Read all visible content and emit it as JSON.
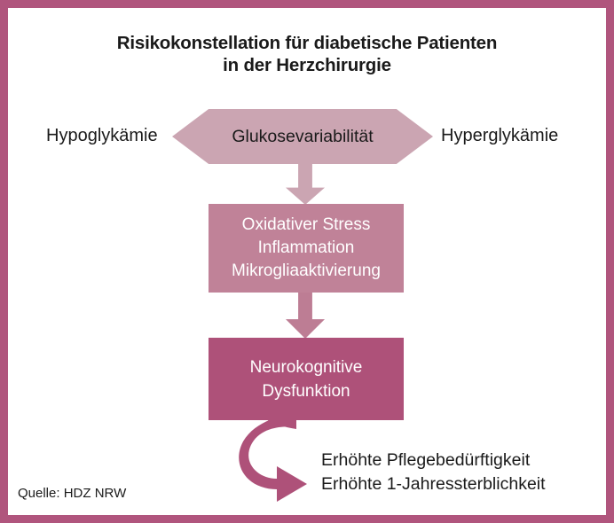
{
  "title": {
    "line1": "Risikokonstellation für diabetische Patienten",
    "line2": "in der Herzchirurgie"
  },
  "labels": {
    "left": "Hypoglykämie",
    "right": "Hyperglykämie"
  },
  "hexagon": {
    "text": "Glukosevariabilität"
  },
  "box1": {
    "line1": "Oxidativer Stress",
    "line2": "Inflammation",
    "line3": "Mikrogliaaktivierung"
  },
  "box2": {
    "line1": "Neurokognitive",
    "line2": "Dysfunktion"
  },
  "outcomes": {
    "line1": "Erhöhte Pflegebedürftigkeit",
    "line2": "Erhöhte 1-Jahressterblichkeit"
  },
  "source": {
    "text": "Quelle: HDZ NRW"
  },
  "colors": {
    "frame": "#b0557d",
    "hexagon_fill": "#cba5b2",
    "arrow1_fill": "#cba5b2",
    "box1_fill": "#c08298",
    "arrow2_fill": "#bd7d94",
    "box2_fill": "#ae5179",
    "curved_arrow_fill": "#ae5179",
    "text_dark": "#1a1a1a",
    "text_light": "#ffffff",
    "background": "#ffffff"
  },
  "icons": {
    "hexagon": "double-arrow-hexagon",
    "arrow_down_1": "arrow-down-icon",
    "arrow_down_2": "arrow-down-icon",
    "curved_arrow": "curved-arrow-icon"
  }
}
